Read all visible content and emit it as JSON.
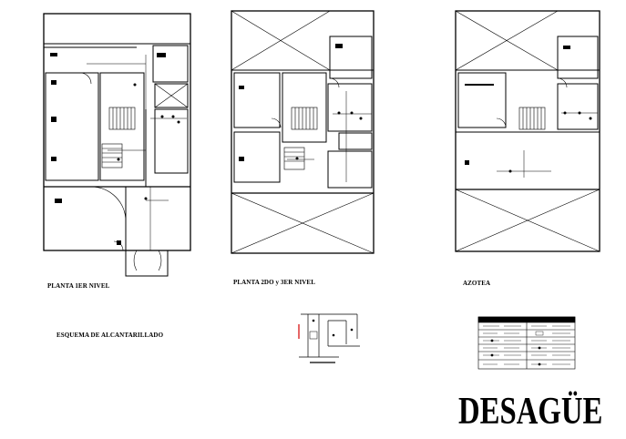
{
  "sheet": {
    "title": "DESAGÜE",
    "colors": {
      "line": "#000000",
      "accent": "#d40000",
      "background": "#ffffff"
    }
  },
  "plans": [
    {
      "id": "planta-1er-nivel",
      "label": "PLANTA 1ER NIVEL"
    },
    {
      "id": "planta-2do-3er-nivel",
      "label": "PLANTA 2DO y 3ER NIVEL"
    },
    {
      "id": "azotea",
      "label": "AZOTEA"
    }
  ],
  "schema": {
    "label": "ESQUEMA DE ALCANTARILLADO"
  },
  "legend": {
    "rows": 6,
    "columns": 2
  }
}
